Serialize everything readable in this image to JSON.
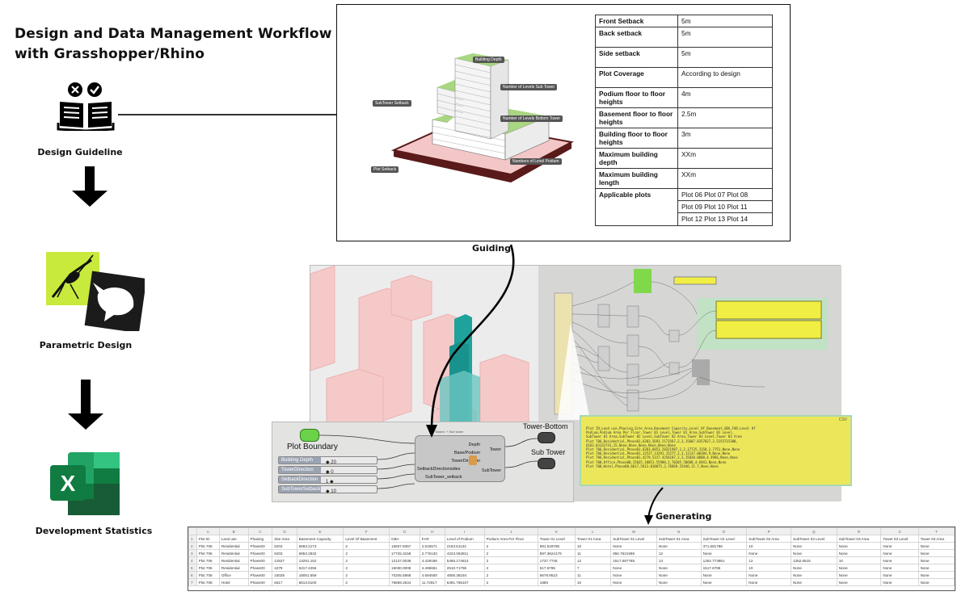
{
  "title_lines": [
    "Design and Data Management Workflow",
    "with Grasshopper/Rhino"
  ],
  "steps": [
    {
      "label": "Design Guideline",
      "icon": "book-icon"
    },
    {
      "label": "Parametric Design",
      "icon": "grasshopper-rhino-icon"
    },
    {
      "label": "Development Statistics",
      "icon": "excel-icon"
    }
  ],
  "captions": {
    "guiding": "Guiding",
    "generating": "Generating"
  },
  "massing_tags": {
    "building_depth": "Building Depth",
    "sub_tower_levels": "Number of Levels Sub Tower",
    "subtower_setback": "SubTower Setback",
    "bottom_tower_levels": "Number of Levels Bottom Tower",
    "podium_levels": "Numbers of Level Podium",
    "plot_setback": "Plot Setback"
  },
  "spec_table": [
    {
      "key": "Front Setback",
      "value": "5m"
    },
    {
      "key": "Back setback",
      "value": "5m"
    },
    {
      "key": "Side setback",
      "value": "5m"
    },
    {
      "key": "Plot Coverage",
      "value": "According to design"
    },
    {
      "key": "Podium floor to floor heights",
      "value": "4m"
    },
    {
      "key": "Basement floor to floor heights",
      "value": "2.5m"
    },
    {
      "key": "Building floor to floor heights",
      "value": "3m"
    },
    {
      "key": "Maximum building depth",
      "value": "XXm"
    },
    {
      "key": "Maximum building length",
      "value": "XXm"
    }
  ],
  "applicable_plots": {
    "key": "Applicable plots",
    "lines": [
      "Plot 06 Plot 07 Plot 08",
      "Plot 09 Plot 10 Plot 11",
      "Plot 12 Plot 13 Plot 14"
    ]
  },
  "gh": {
    "plot_boundary": "Plot Boundary",
    "sliders": [
      {
        "name": "Building Depth",
        "value": "◆ 20"
      },
      {
        "name": "TowerDirection",
        "value": "◆ 0"
      },
      {
        "name": "SetbackDirection",
        "value": "1 ◆"
      },
      {
        "name": "SubTowerSetback",
        "value": "◆ 10"
      }
    ],
    "component_inputs": [
      "Depth",
      "Base/Podium",
      "TowerDirection",
      "SetbackDirectionsides",
      "SubTower_setback"
    ],
    "component_title": "Tower1 + Sub tower",
    "component_outputs": [
      "Tower",
      "SubTower"
    ],
    "out_bottom": "Tower-Bottom",
    "out_sub": "Sub Tower",
    "csv_tag": "CSV",
    "csv_lines": [
      "Plot ID,Land use,Phasing,Site Area,Basement Capacity,Level Of Basement,GBA,FAR,Level Of",
      "Podium,Podium Area Per Floor,Tower 01 Level,Tower 01 Area,SubTower 01 Level,",
      "SubTower 01 Area,SubTower 02 Level,SubTower 02 Area,Tower 03 Level,Tower 03 Area",
      "Plot 706,Residential,Phase01,6203,5693.2173567,2,3,15607.8357837,2.5155715388,",
      "6163.03132741,15,None,None,None,None,None,None",
      "Plot 706,Residential,Phase01,6203,6853.28321987,1,2,17725.3158,2.7751,None,None",
      "Plot 706,Residential,Phase01,12527,13291.15277,2,3,12137.00384,9,None,None",
      "Plot 706,Residential,Phase01,4279,5317.4256107,2,3,15030.0008,4.4966,None,None",
      "Plot 708,Office,Phase00,15035,18051.55988,2,70205.58688,4.6941,None,None",
      "Plot 708,Hotel,Phase00,6617,5613.810075,2,76869.25446,11.7,None,None"
    ]
  },
  "spreadsheet": {
    "letters": [
      "",
      "A",
      "B",
      "C",
      "D",
      "E",
      "F",
      "G",
      "H",
      "I",
      "J",
      "K",
      "L",
      "M",
      "N",
      "O",
      "P",
      "Q",
      "R",
      "S",
      "T"
    ],
    "header": [
      "1",
      "Plot ID",
      "Land use",
      "Phasing",
      "Site Area",
      "Basement Capacity",
      "Level Of Basement",
      "GBA",
      "FAR",
      "Level of Podium",
      "Podium Area Per Floor",
      "Tower 01 Level",
      "Tower 01 Area",
      "SubTower 01 Level",
      "SubTower 01 Area",
      "SubTower 02 Level",
      "SubTower 02 Area",
      "SubTower 03 Level",
      "SubTower 03 Area",
      "Tower 03 Level",
      "Tower 03 Area"
    ],
    "rows": [
      [
        "2",
        "Plot 706",
        "Residential",
        "Phase00",
        "6203",
        "5693.2173",
        "2",
        "15607.8357",
        "2.515571",
        "2163.61133",
        "2",
        "991.549785",
        "10",
        "None",
        "None",
        "371.681786",
        "10",
        "None",
        "None",
        "None",
        "None"
      ],
      [
        "3",
        "Plot 706",
        "Residential",
        "Phase00",
        "6203",
        "6853.2832",
        "2",
        "17725.3158",
        "2.775133",
        "4223.063811",
        "2",
        "887.3624179",
        "11",
        "856.7621995",
        "12",
        "None",
        "None",
        "None",
        "None",
        "None",
        "None"
      ],
      [
        "4",
        "Plot 706",
        "Residential",
        "Phase00",
        "12527",
        "13291.152",
        "2",
        "12137.0038",
        "4.429188",
        "5465.174814",
        "2",
        "1737.7745",
        "12",
        "1517.687785",
        "13",
        "1352.773981",
        "12",
        "1352.6515",
        "10",
        "None",
        "None"
      ],
      [
        "5",
        "Plot 706",
        "Residential",
        "Phase00",
        "4279",
        "5317.4256",
        "2",
        "15030.0008",
        "4.496651",
        "2510.71796",
        "2",
        "517.6785",
        "7",
        "None",
        "None",
        "1517.6785",
        "10",
        "None",
        "None",
        "None",
        "None"
      ],
      [
        "6",
        "Plot 708",
        "Office",
        "Phase00",
        "15035",
        "18051.559",
        "2",
        "70205.5868",
        "4.694500",
        "4806.38184",
        "2",
        "5678.9523",
        "11",
        "None",
        "None",
        "None",
        "None",
        "None",
        "None",
        "None",
        "None"
      ],
      [
        "7",
        "Plot 708",
        "Hotel",
        "Phase00",
        "6617",
        "5613.8100",
        "2",
        "76869.2544",
        "11.72917",
        "6391.765107",
        "2",
        "1880",
        "10",
        "None",
        "None",
        "None",
        "None",
        "None",
        "None",
        "None",
        "None"
      ]
    ]
  }
}
